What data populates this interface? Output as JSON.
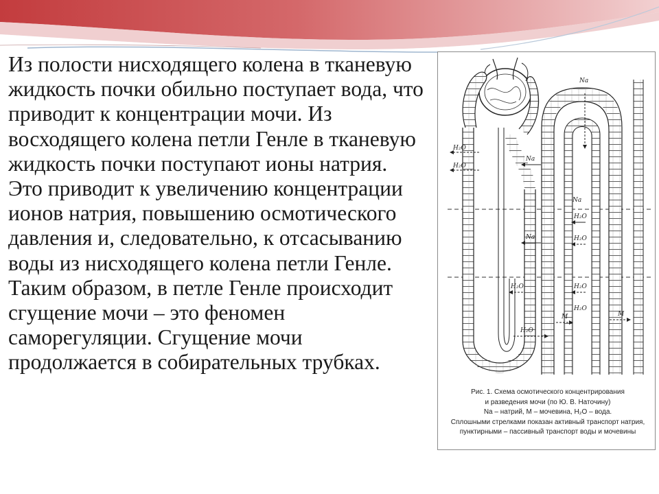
{
  "slide": {
    "paragraph_1": "Из полости нисходящего колена в тканевую жидкость почки обильно поступает вода, что приводит к концентрации мочи. Из восходящего колена петли Генле в тканевую жидкость почки поступают ионы натрия.",
    "paragraph_2": "Это приводит к увеличению концентрации ионов натрия, повышению осмотического давления и, следовательно, к отсасыванию воды из нисходящего колена петли Генле. Таким образом, в петле Генле происходит сгущение мочи – это феномен саморегуляции. Сгущение мочи продолжается в собирательных трубках."
  },
  "figure": {
    "caption_lines": [
      "Рис. 1. Схема осмотического концентрирования",
      "и разведения мочи (по Ю. В. Наточину)",
      "Na – натрий, M – мочевина, H₂O – вода.",
      "Сплошными стрелками показан активный транспорт натрия,",
      "пунктирными – пассивный транспорт воды и мочевины"
    ],
    "labels": {
      "na_top": "Na",
      "h2o_1": "H₂O",
      "h2o_2": "H₂O",
      "na_1": "Na",
      "na_2": "Na",
      "h2o_3": "H₂O",
      "h2o_4": "H₂O",
      "na_3": "Na",
      "h2o_5": "H₂O",
      "h2o_6": "H₂O",
      "h2o_7": "H₂O",
      "m_1": "M",
      "m_2": "M",
      "h2o_8": "H₂O"
    }
  },
  "colors": {
    "header_red": "#c0393b",
    "header_pink": "#e9a7a8",
    "header_blue": "#9fb6cf",
    "text": "#1a1a1a",
    "line": "#2a2a2a"
  }
}
